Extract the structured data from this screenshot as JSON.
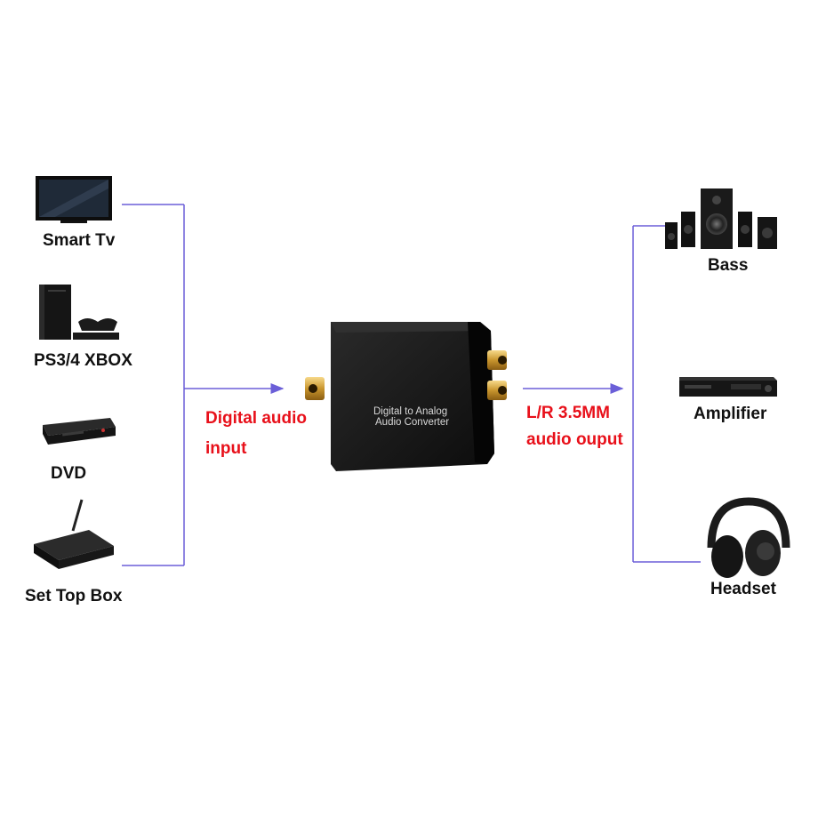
{
  "sources": [
    {
      "label": "Smart Tv",
      "icon": "tv-icon"
    },
    {
      "label": "PS3/4 XBOX",
      "icon": "game-console-icon"
    },
    {
      "label": "DVD",
      "icon": "dvd-player-icon"
    },
    {
      "label": "Set Top Box",
      "icon": "set-top-box-icon"
    }
  ],
  "input_label": {
    "line1": "Digital audio",
    "line2": "input"
  },
  "converter": {
    "line1": "Digital to Analog",
    "line2": "Audio Converter"
  },
  "output_label": {
    "line1": "L/R 3.5MM",
    "line2": "audio ouput"
  },
  "outputs": [
    {
      "label": "Bass",
      "icon": "speaker-system-icon"
    },
    {
      "label": "Amplifier",
      "icon": "amplifier-icon"
    },
    {
      "label": "Headset",
      "icon": "headphones-icon"
    }
  ],
  "colors": {
    "connector": "#6b5fd8",
    "label_red": "#e8101a"
  }
}
